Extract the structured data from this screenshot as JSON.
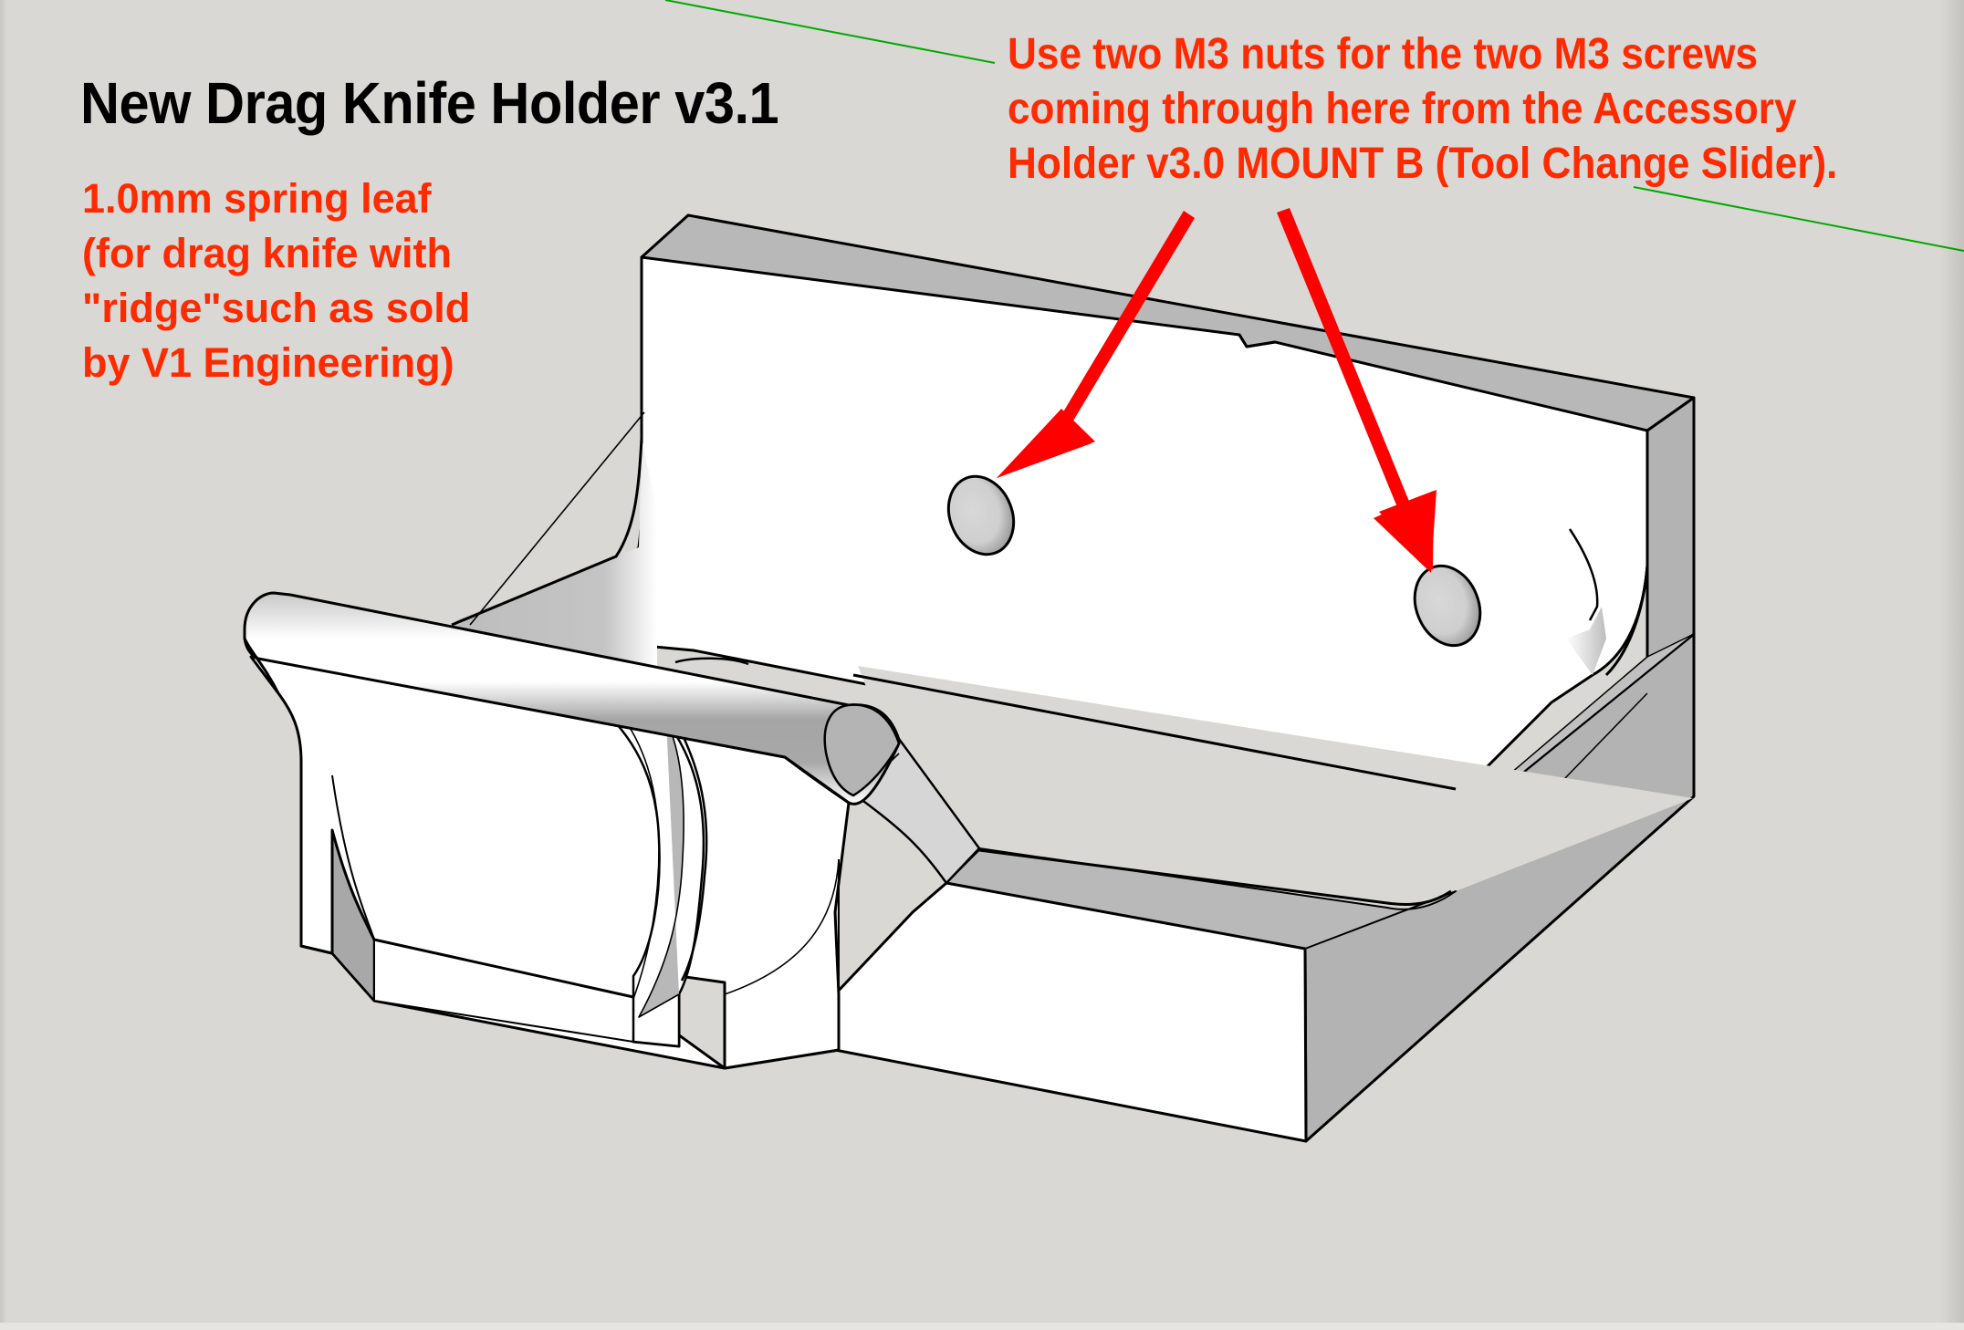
{
  "title": "New Drag Knife Holder v3.1",
  "annotations": {
    "spring_leaf_note": {
      "lines": [
        "1.0mm spring leaf",
        "(for drag knife with",
        "\"ridge\"such as sold",
        "by V1 Engineering)"
      ]
    },
    "m3_nut_note": {
      "lines": [
        "Use two M3 nuts for the two M3 screws",
        "coming through here from the Accessory",
        "Holder v3.0 MOUNT B (Tool Change Slider)."
      ]
    }
  },
  "colors": {
    "background": "#d9d8d4",
    "annotation_text": "#ff2a00",
    "arrow": "#ff0000",
    "axis_line": "#00aa00",
    "model_face_light": "#ffffff",
    "model_face_shaded": "#b5b5b5",
    "model_edge": "#000000"
  },
  "model": {
    "name": "drag-knife-holder",
    "features": [
      "back-wall",
      "m3-nut-hole-left",
      "m3-nut-hole-right",
      "spring-leaf-rod",
      "knife-slot",
      "base-block"
    ]
  },
  "arrows": [
    {
      "target": "m3-nut-hole-left"
    },
    {
      "target": "m3-nut-hole-right"
    }
  ]
}
